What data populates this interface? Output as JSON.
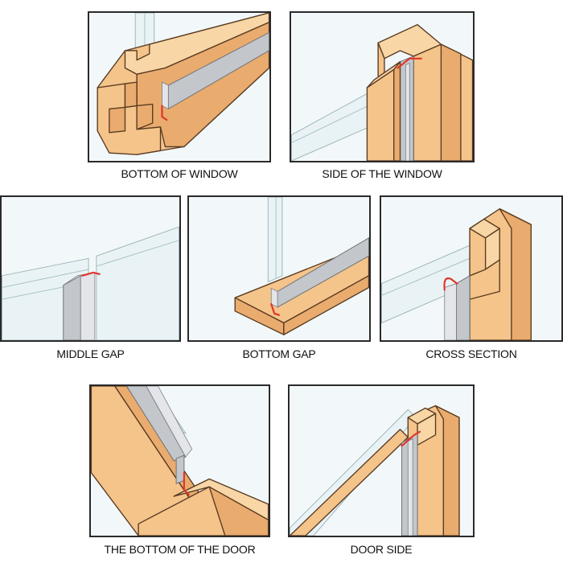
{
  "panels": [
    {
      "id": "bottom-of-window",
      "caption": "BOTTOM OF WINDOW"
    },
    {
      "id": "side-of-window",
      "caption": "SIDE OF THE WINDOW"
    },
    {
      "id": "middle-gap",
      "caption": "MIDDLE GAP"
    },
    {
      "id": "bottom-gap",
      "caption": "BOTTOM GAP"
    },
    {
      "id": "cross-section",
      "caption": "CROSS SECTION"
    },
    {
      "id": "bottom-of-door",
      "caption": "THE BOTTOM OF THE DOOR"
    },
    {
      "id": "door-side",
      "caption": "DOOR SIDE"
    }
  ],
  "colors": {
    "wood": "#f4c48b",
    "wood_shade": "#e9ac6e",
    "glass": "#e9f3f5",
    "seal_strip": "#c3c6ca",
    "seal_highlight": "#e0352b",
    "frame_border": "#2a2a2a"
  }
}
